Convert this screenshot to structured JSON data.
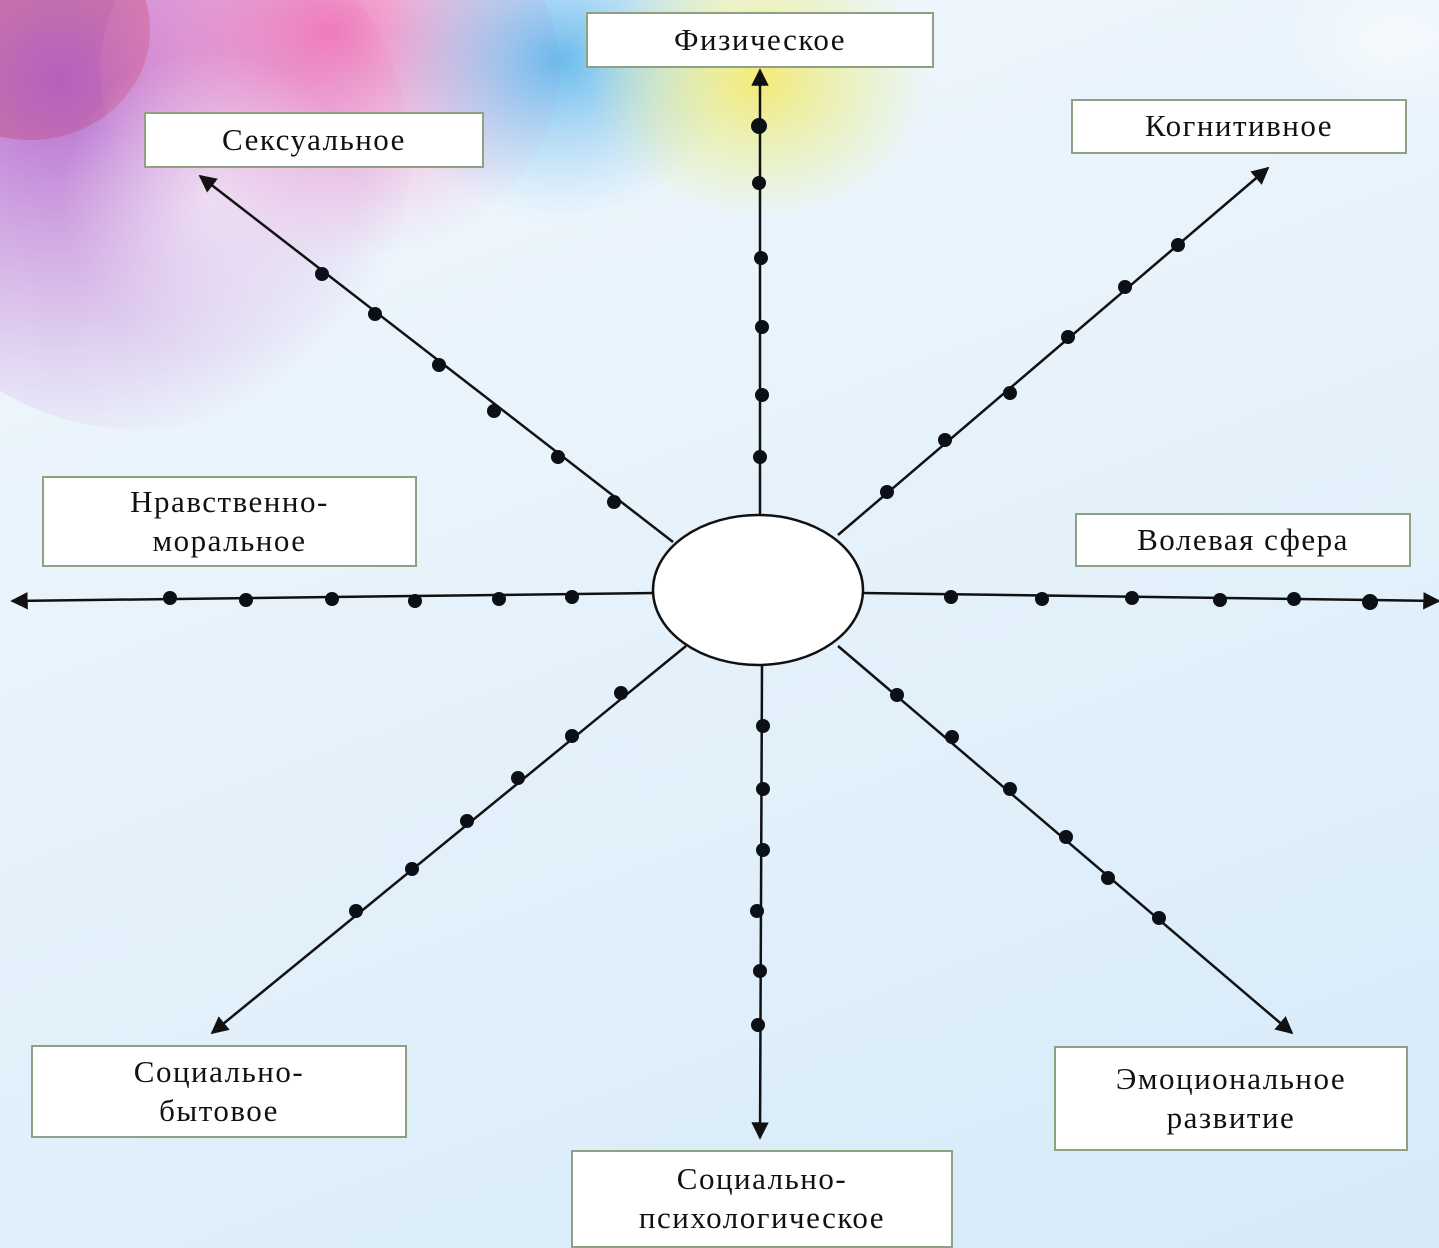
{
  "diagram": {
    "center_label": "",
    "axes": [
      {
        "id": "physical",
        "lines": [
          "Физическое"
        ]
      },
      {
        "id": "cognitive",
        "lines": [
          "Когнитивное"
        ]
      },
      {
        "id": "volitional",
        "lines": [
          "Волевая сфера"
        ]
      },
      {
        "id": "emotional",
        "lines": [
          "Эмоциональное",
          "развитие"
        ]
      },
      {
        "id": "social-psych",
        "lines": [
          "Социально-",
          "психологическое"
        ]
      },
      {
        "id": "social-household",
        "lines": [
          "Социально-",
          "бытовое"
        ]
      },
      {
        "id": "moral",
        "lines": [
          "Нравственно-",
          "моральное"
        ]
      },
      {
        "id": "sexual",
        "lines": [
          "Сексуальное"
        ]
      }
    ]
  },
  "colors": {
    "line": "#111111",
    "dot": "#0b0f16",
    "box_border": "#8fa184",
    "box_fill": "#ffffff"
  }
}
